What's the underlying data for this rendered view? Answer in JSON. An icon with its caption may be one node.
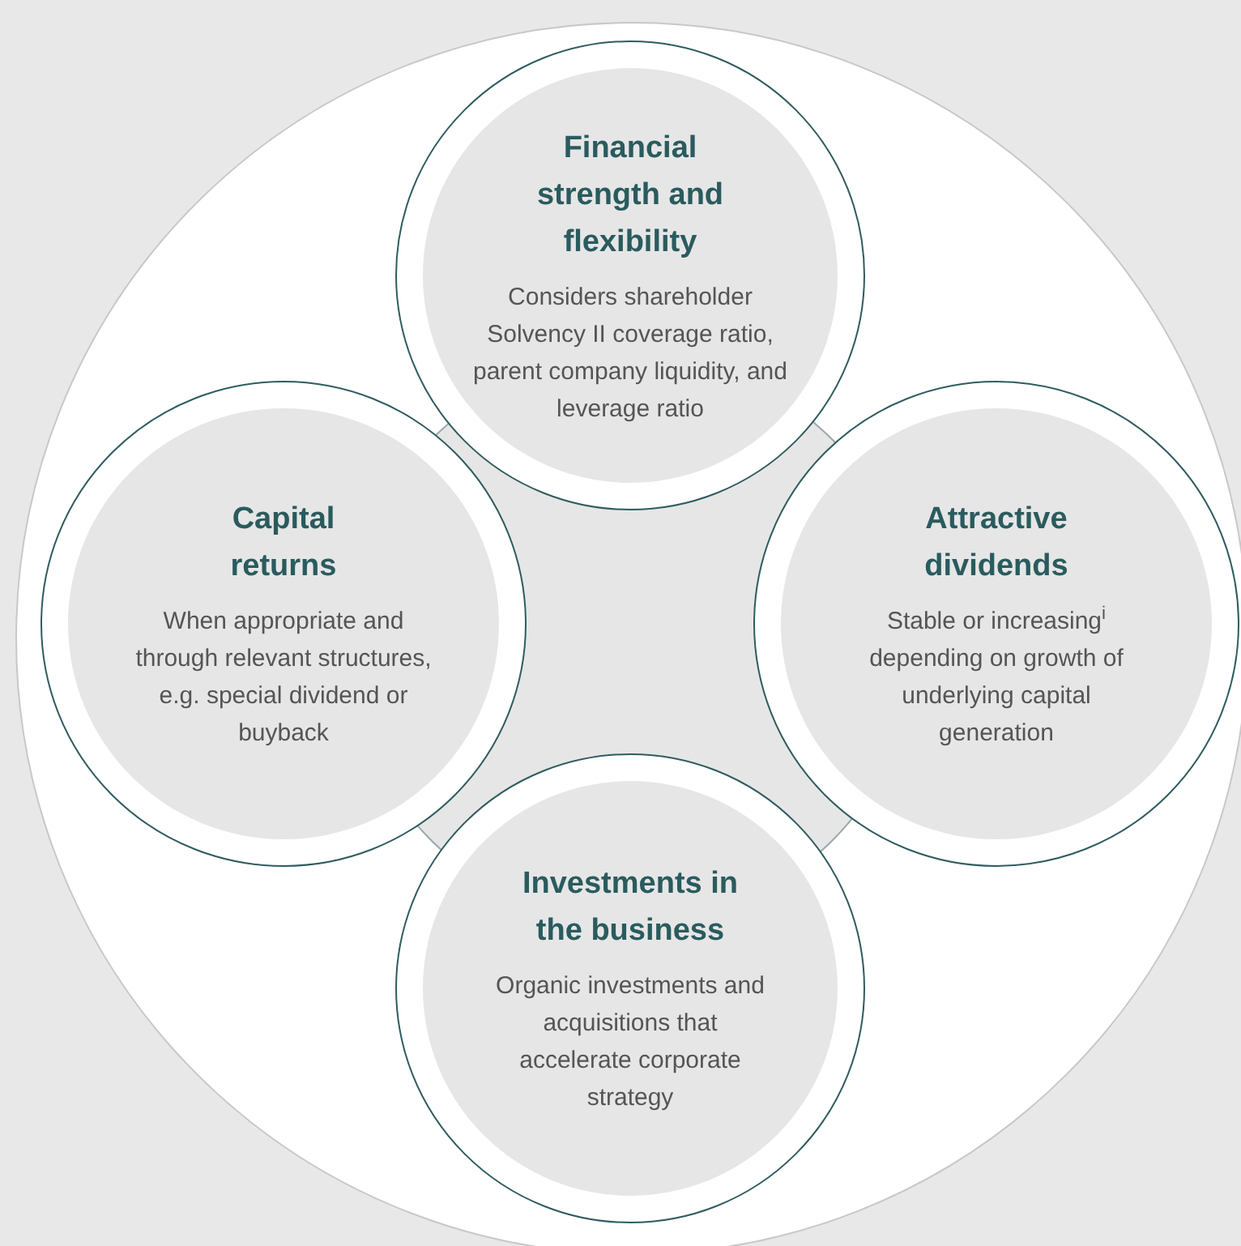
{
  "diagram": {
    "nodes": [
      {
        "text": [
          "Financial strength and flexibility",
          "Considers shareholder Solvency II coverage ratio, parent company liquidity, and leverage ratio"
        ]
      },
      {
        "text": [
          "Capital returns",
          "When appropriate and through relevant structures, e.g. special dividend or buyback"
        ]
      },
      {
        "text": [
          "Attractive dividends",
          "Stable or increasing$^{i}$ depending on growth of underlying capital generation"
        ]
      },
      {
        "text": [
          "Investments in the business",
          "Organic investments and acquisitions that accelerate corporate strategy"
        ]
      }
    ]
  }
}
